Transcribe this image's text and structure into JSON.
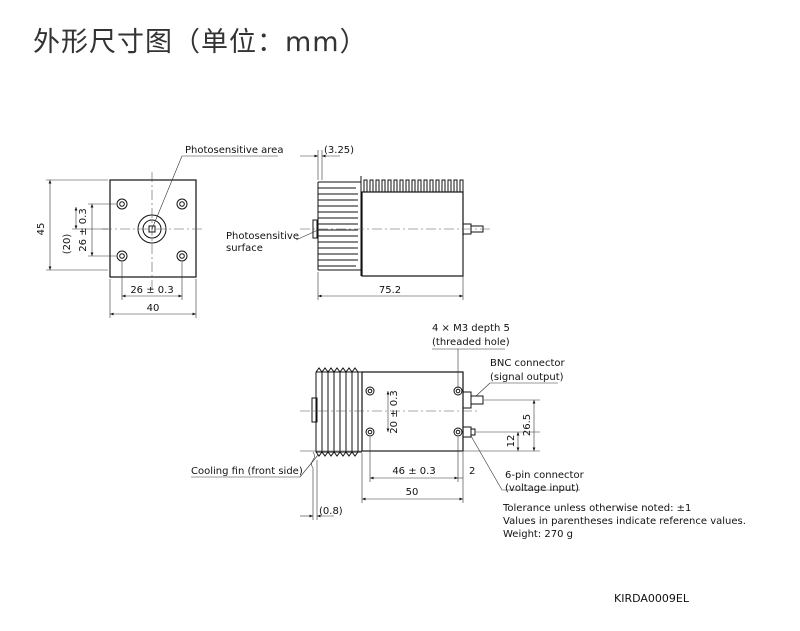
{
  "title": "外形尺寸图（单位：mm）",
  "front_view": {
    "photosensitive_area": "Photosensitive area",
    "dim_height": "45",
    "dim_height_ref": "(20)",
    "dim_hole_vertical": "26 ± 0.3",
    "dim_hole_horizontal": "26 ± 0.3",
    "dim_width": "40"
  },
  "side_view": {
    "dim_offset": "(3.25)",
    "photosensitive_surface_line1": "Photosensitive",
    "photosensitive_surface_line2": "surface",
    "dim_length": "75.2"
  },
  "bottom_view": {
    "threaded_hole_line1": "4 × M3 depth 5",
    "threaded_hole_line2": "(threaded hole)",
    "bnc_line1": "BNC connector",
    "bnc_line2": "(signal output)",
    "dim_hole_vertical": "20 ± 0.3",
    "dim_connector_total": "26.5",
    "dim_connector_gap": "12",
    "cooling_fin": "Cooling fin (front side)",
    "dim_hole_horizontal": "46 ± 0.3",
    "dim_edge": "2",
    "dim_length": "50",
    "dim_fin": "(0.8)",
    "six_pin_line1": "6-pin connector",
    "six_pin_line2": "(voltage input)"
  },
  "notes": {
    "tolerance": "Tolerance unless otherwise noted: ±1",
    "reference": "Values in parentheses indicate reference values.",
    "weight": "Weight: 270 g"
  },
  "drawing_id": "KIRDA0009EL"
}
